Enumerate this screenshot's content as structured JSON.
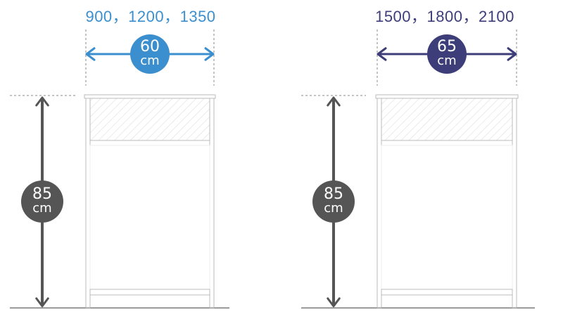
{
  "colors": {
    "left_accent": "#3b8fce",
    "right_accent": "#3d3d7a",
    "height_badge": "#555555",
    "height_arrow": "#555555",
    "cabinet_line": "#bbbbbb",
    "hatch": "#dddddd",
    "dashed": "#888888"
  },
  "panels": [
    {
      "widths_text": "900，1200，1350",
      "depth": {
        "value": "60",
        "unit": "cm"
      },
      "height": {
        "value": "85",
        "unit": "cm"
      }
    },
    {
      "widths_text": "1500，1800，2100",
      "depth": {
        "value": "65",
        "unit": "cm"
      },
      "height": {
        "value": "85",
        "unit": "cm"
      }
    }
  ]
}
